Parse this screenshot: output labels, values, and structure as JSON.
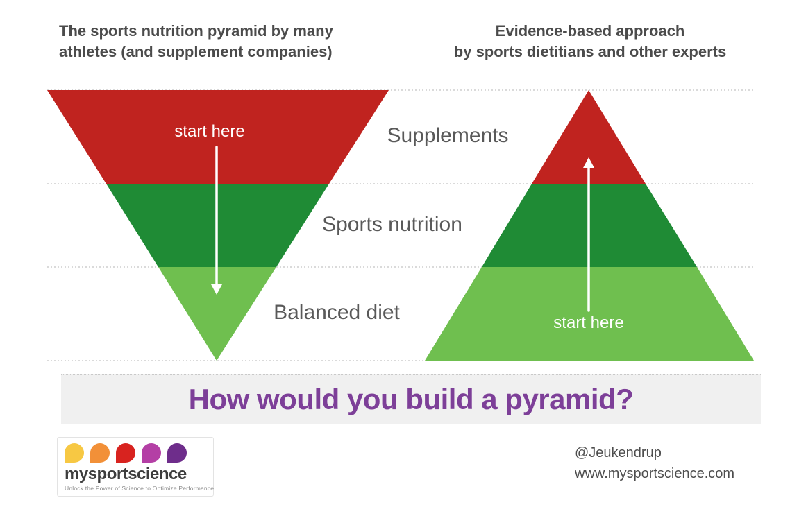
{
  "colors": {
    "red": "#c0231f",
    "dark_green": "#1f8b35",
    "light_green": "#6fbf4f",
    "arrow": "#ffffff",
    "banner_text": "#7d3f98"
  },
  "headers": {
    "left_line1": "The sports nutrition pyramid by many",
    "left_line2": "athletes (and supplement companies)",
    "right_line1": "Evidence-based approach",
    "right_line2": "by sports dietitians and other experts"
  },
  "tier_labels": {
    "top": "Supplements",
    "middle": "Sports nutrition",
    "bottom": "Balanced diet"
  },
  "left_pyramid": {
    "start_label": "start here"
  },
  "right_pyramid": {
    "start_label": "start here"
  },
  "banner": {
    "question": "How would you build a pyramid?"
  },
  "logo": {
    "brand": "mysportscience",
    "tagline": "Unlock the Power of Science to Optimize Performance",
    "petals": [
      "#f7c843",
      "#f29038",
      "#d8231f",
      "#b43fa5",
      "#6e2d8b"
    ]
  },
  "footer": {
    "handle": "@Jeukendrup",
    "website": "www.mysportscience.com"
  }
}
